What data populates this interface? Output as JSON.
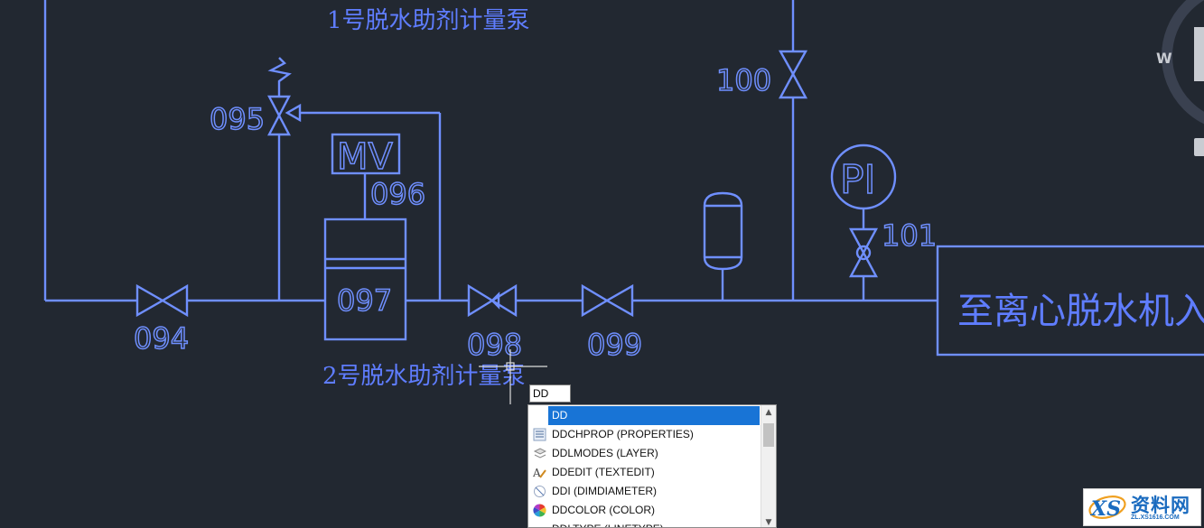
{
  "drawing": {
    "tags": {
      "v094": "094",
      "v095": "095",
      "v096": "096",
      "v097": "097",
      "v098": "098",
      "v099": "099",
      "v100": "100",
      "v101": "101",
      "mv": "MV",
      "pi": "PI"
    },
    "labels": {
      "pump1": "1号脱水助剂计量泵",
      "pump2": "2号脱水助剂计量泵",
      "destination": "至离心脱水机入口"
    },
    "viewcube_letter": "W"
  },
  "command": {
    "input_value": "DD"
  },
  "autocomplete": {
    "items": [
      {
        "label": "DD",
        "icon": "none",
        "selected": true
      },
      {
        "label": "DDCHPROP (PROPERTIES)",
        "icon": "properties-icon",
        "selected": false
      },
      {
        "label": "DDLMODES (LAYER)",
        "icon": "layer-icon",
        "selected": false
      },
      {
        "label": "DDEDIT (TEXTEDIT)",
        "icon": "textedit-icon",
        "selected": false
      },
      {
        "label": "DDI (DIMDIAMETER)",
        "icon": "dimdiameter-icon",
        "selected": false
      },
      {
        "label": "DDCOLOR (COLOR)",
        "icon": "color-wheel-icon",
        "selected": false
      },
      {
        "label": "DDLTYPE (LINETYPE)",
        "icon": "linetype-icon",
        "selected": false
      }
    ]
  },
  "watermark": {
    "title": "资料网",
    "url": "ZL.XS1616.COM",
    "logo_letters": "XS"
  },
  "colors": {
    "background": "#222831",
    "drawing_lines": "#6f8fff",
    "selection": "#1874d6"
  }
}
